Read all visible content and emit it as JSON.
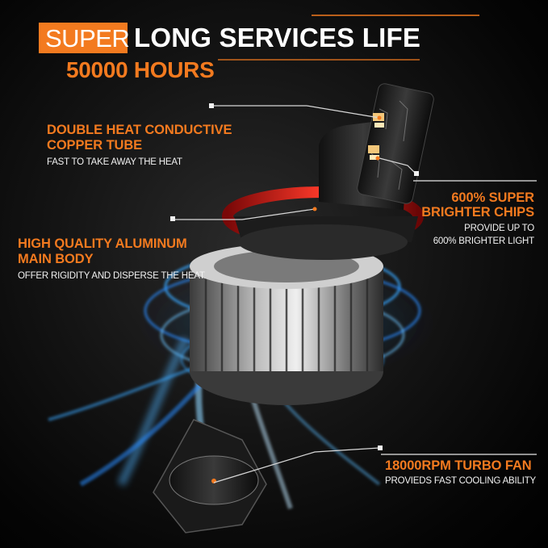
{
  "headline": {
    "badge": "SUPER",
    "title": "LONG SERVICES LIFE",
    "subtitle": "50000 HOURS"
  },
  "callouts": {
    "copper_tube": {
      "title_line1": "DOUBLE HEAT CONDUCTIVE",
      "title_line2": "COPPER TUBE",
      "description": "FAST TO TAKE AWAY THE HEAT"
    },
    "chips": {
      "title_line1": "600% SUPER",
      "title_line2": "BRIGHTER CHIPS",
      "description_line1": "PROVIDE UP TO",
      "description_line2": "600% BRIGHTER LIGHT"
    },
    "body": {
      "title_line1": "HIGH QUALITY ALUMINUM",
      "title_line2": "MAIN BODY",
      "description": "OFFER RIGIDITY AND DISPERSE THE HEAT"
    },
    "fan": {
      "title": "18000RPM TURBO FAN",
      "description": "PROVIEDS FAST COOLING ABILITY"
    }
  },
  "colors": {
    "accent": "#f37a1f",
    "ring": "#e02020",
    "glow": "#3aa8ff"
  }
}
